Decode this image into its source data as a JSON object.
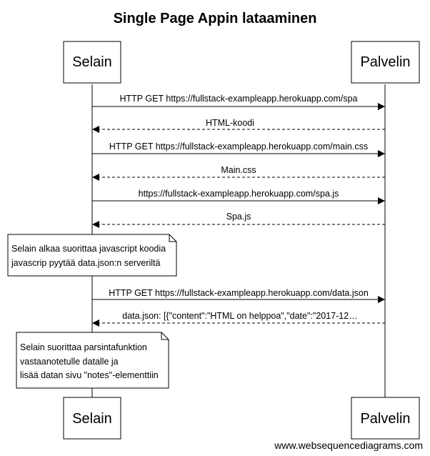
{
  "title": "Single Page Appin lataaminen",
  "actors": [
    {
      "name": "Selain"
    },
    {
      "name": "Palvelin"
    }
  ],
  "messages": [
    {
      "label": "HTTP GET https://fullstack-exampleapp.herokuapp.com/spa",
      "direction": "right",
      "style": "solid"
    },
    {
      "label": "HTML-koodi",
      "direction": "left",
      "style": "dashed"
    },
    {
      "label": "HTTP GET https://fullstack-exampleapp.herokuapp.com/main.css",
      "direction": "right",
      "style": "solid"
    },
    {
      "label": "Main.css",
      "direction": "left",
      "style": "dashed"
    },
    {
      "label": "https://fullstack-exampleapp.herokuapp.com/spa.js",
      "direction": "right",
      "style": "solid"
    },
    {
      "label": "Spa.js",
      "direction": "left",
      "style": "dashed"
    },
    {
      "label": "HTTP GET https://fullstack-exampleapp.herokuapp.com/data.json",
      "direction": "right",
      "style": "solid"
    },
    {
      "label": "data.json: [{\"content\":\"HTML on helppoa\",\"date\":\"2017-12…",
      "direction": "left",
      "style": "dashed"
    }
  ],
  "notes": [
    {
      "lines": [
        "Selain alkaa suorittaa javascript koodia",
        "javascrip pyytää data.json:n serveriltä"
      ]
    },
    {
      "lines": [
        "Selain suorittaa parsintafunktion",
        "vastaanotetulle datalle ja",
        "lisää datan sivu \"notes\"-elementtiin"
      ]
    }
  ],
  "watermark": "www.websequencediagrams.com"
}
